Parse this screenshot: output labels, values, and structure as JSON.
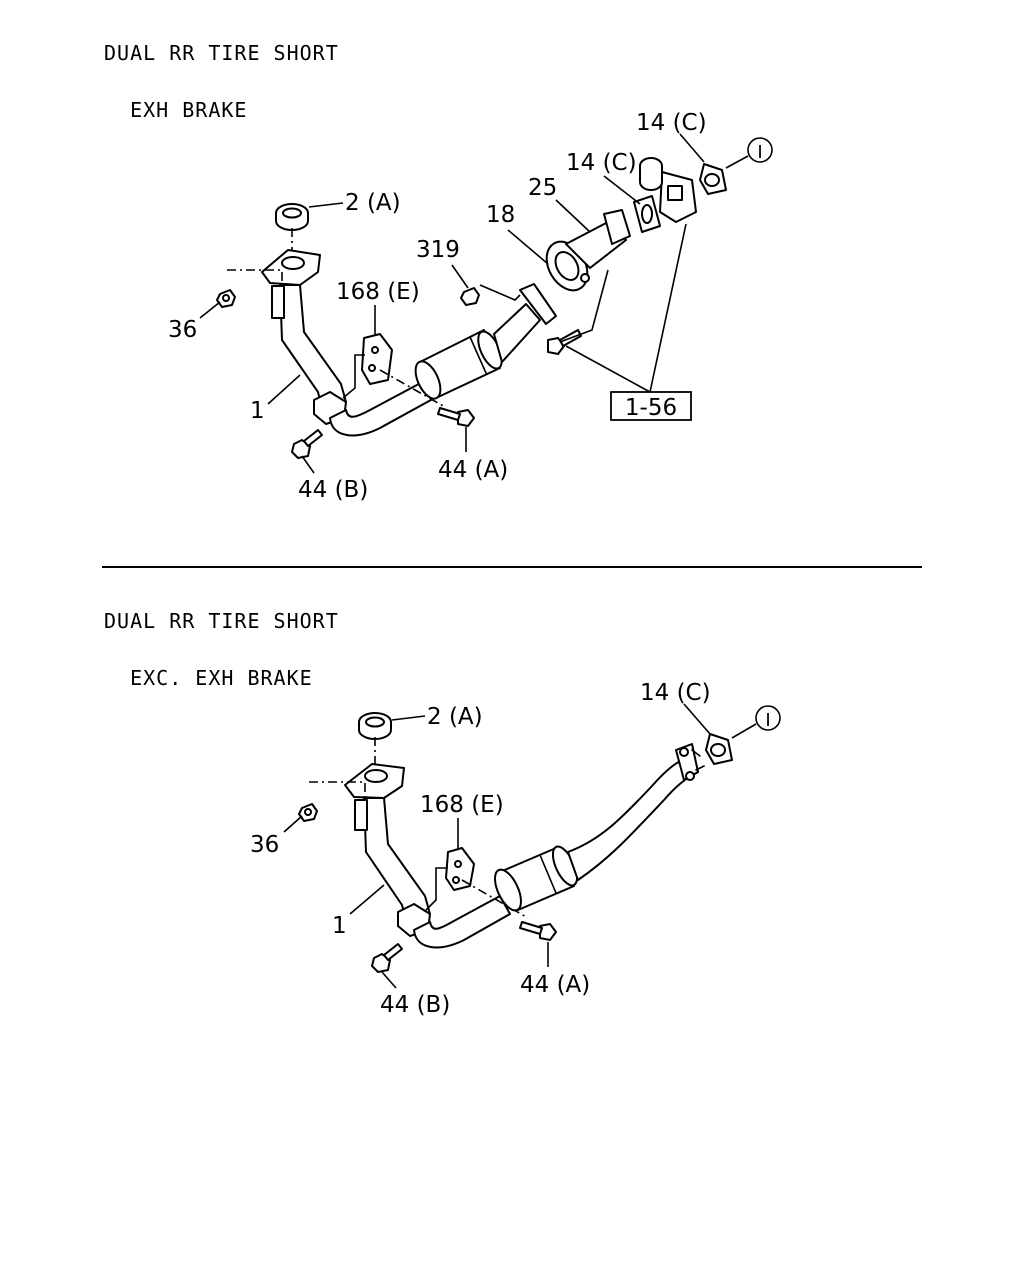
{
  "sections": [
    {
      "heading_line1": "DUAL RR TIRE SHORT",
      "heading_line2": "  EXH BRAKE",
      "labels": {
        "gasket_2a": "2 (A)",
        "nut_36": "36",
        "bracket_168e": "168 (E)",
        "pipe_1": "1",
        "bolt_44b": "44 (B)",
        "bolt_44a": "44 (A)",
        "nut_319": "319",
        "gasket_18": "18",
        "pipe_25": "25",
        "gasket_14c_a": "14 (C)",
        "gasket_14c_b": "14 (C)",
        "circle_ref": "I",
        "ref_box": "1-56"
      }
    },
    {
      "heading_line1": "DUAL RR TIRE SHORT",
      "heading_line2": "  EXC. EXH BRAKE",
      "labels": {
        "gasket_2a": "2 (A)",
        "nut_36": "36",
        "bracket_168e": "168 (E)",
        "pipe_1": "1",
        "bolt_44b": "44 (B)",
        "bolt_44a": "44 (A)",
        "gasket_14c": "14 (C)",
        "circle_ref": "I"
      }
    }
  ]
}
